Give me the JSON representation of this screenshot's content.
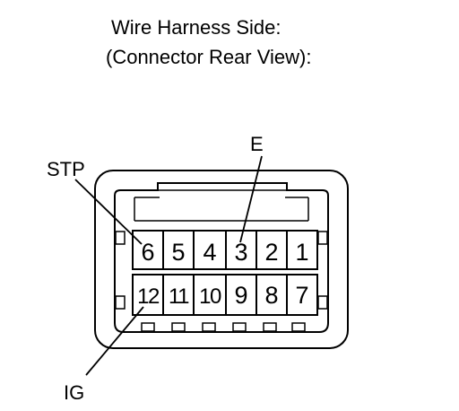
{
  "title": {
    "line1": "Wire Harness Side:",
    "line2": "(Connector Rear View):"
  },
  "connector": {
    "top_row": [
      "6",
      "5",
      "4",
      "3",
      "2",
      "1"
    ],
    "bottom_row": [
      "12",
      "11",
      "10",
      "9",
      "8",
      "7"
    ]
  },
  "callouts": {
    "stp": "STP",
    "e": "E",
    "ig": "IG"
  }
}
